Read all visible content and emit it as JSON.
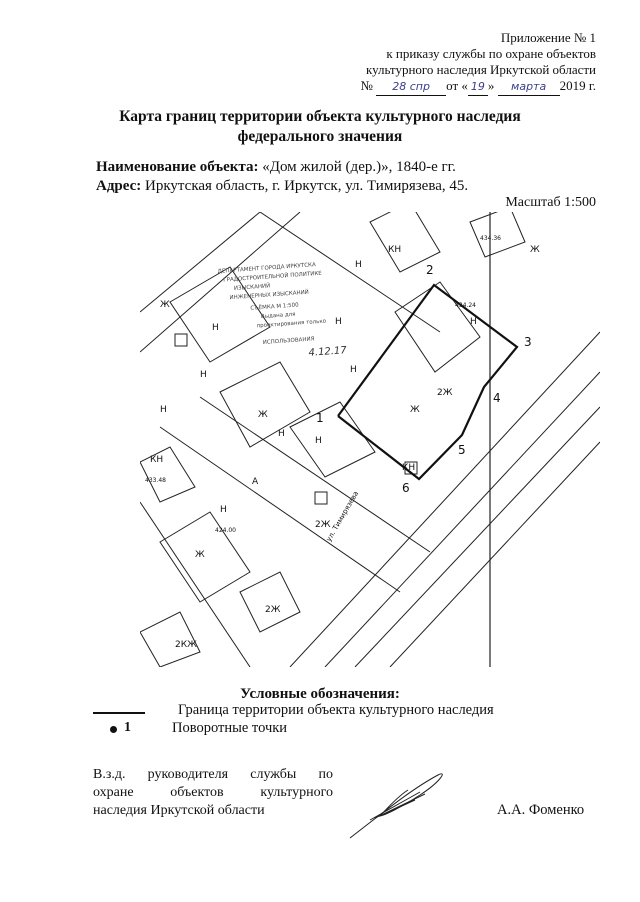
{
  "header": {
    "line1": "Приложение № 1",
    "line2": "к приказу службы по охране объектов",
    "line3": "культурного наследия Иркутской области",
    "num_prefix": "№",
    "order_number": "28 спр",
    "from_label": "от «",
    "day": "19",
    "day_close": "»",
    "month": "марта",
    "year": "2019 г."
  },
  "title": {
    "line1": "Карта границ территории объекта культурного наследия",
    "line2": "федерального значения"
  },
  "object": {
    "name_label": "Наименование объекта:",
    "name_value": " «Дом жилой (дер.)», 1840-е гг.",
    "address_label": "Адрес:",
    "address_value": " Иркутская область,  г. Иркутск, ул. Тимирязева, 45."
  },
  "scale": "Масштаб 1:500",
  "map": {
    "turning_points": [
      "1",
      "2",
      "3",
      "4",
      "5",
      "6"
    ],
    "building_labels": [
      "Н",
      "Н",
      "Ж",
      "Н",
      "Н",
      "2Ж",
      "Ж",
      "Н",
      "КН",
      "КН",
      "Н",
      "2Ж",
      "Ж",
      "Н",
      "2Ж",
      "2КЖ",
      "Ж",
      "Н",
      "Н",
      "Ж",
      "КН",
      "Н",
      "А"
    ],
    "elevations": [
      "434.24",
      "434.36",
      "433.48",
      "424.00"
    ],
    "street_label": "ул. Тимирязева",
    "stamp": {
      "line1": "ДЕПАРТАМЕНТ ГОРОДА ИРКУТСКА",
      "line2": "ГРАДОСТРОИТЕЛЬНОЙ ПОЛИТИКЕ",
      "line3": "ИЗЫСКАНИЙ",
      "line4": "ИНЖЕНЕРНЫХ ИЗЫСКАНИЙ",
      "line5": "СЪЁМКА М 1:500",
      "line6": "Выдана для",
      "line7": "проектирования только",
      "line8": "ИСПОЛЬЗОВАНИЯ",
      "handwritten": "4.12.17"
    },
    "boundary_color": "#111111"
  },
  "legend": {
    "title": "Условные обозначения:",
    "boundary_label": "Граница территории объекта культурного наследия",
    "point_number": "1",
    "point_label": "Поворотные точки"
  },
  "signature": {
    "position_line1": "В.з.д. руководителя службы по",
    "position_line2": "охране объектов культурного",
    "position_line3": "наследия Иркутской области",
    "name": "А.А. Фоменко"
  }
}
